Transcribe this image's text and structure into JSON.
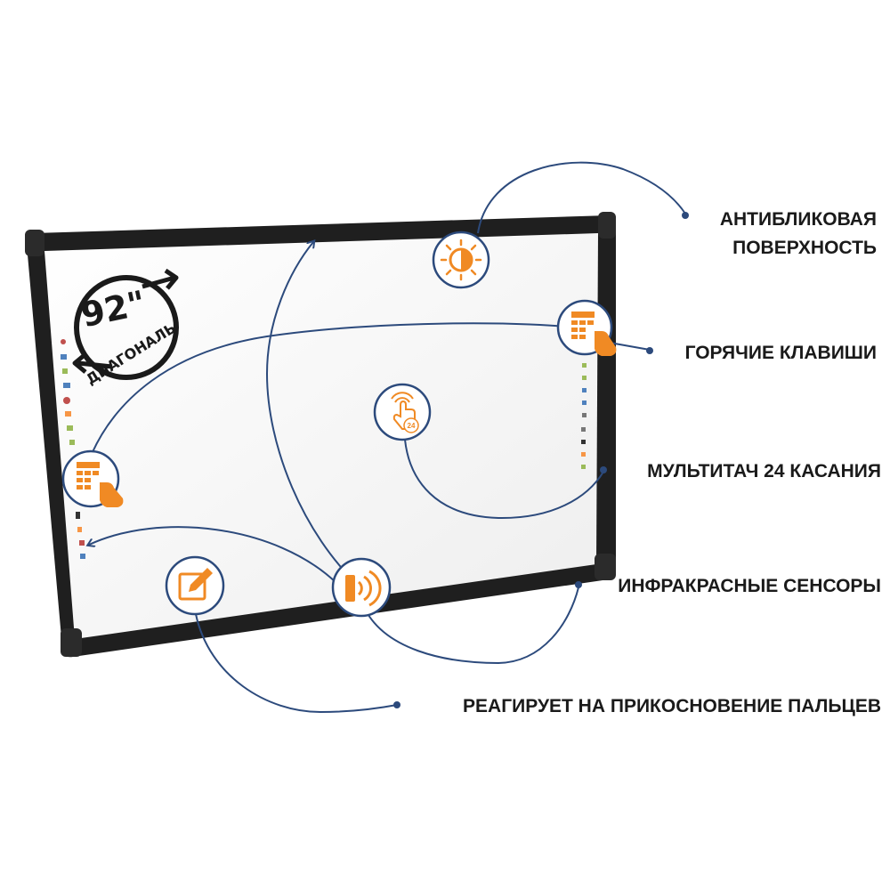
{
  "board": {
    "diagonal_value": "92\"",
    "diagonal_label": "ДИАГОНАЛЬ"
  },
  "icons": {
    "antiglare": "sun-icon",
    "hotkeys": "keypad-hand-icon",
    "multitouch": "touch-hand-icon",
    "multitouch_count": "24",
    "infrared": "infrared-sensor-icon",
    "finger_touch": "pen-edit-icon"
  },
  "features": {
    "antiglare_line1": "АНТИБЛИКОВАЯ",
    "antiglare_line2": "ПОВЕРХНОСТЬ",
    "hotkeys": "ГОРЯЧИЕ КЛАВИШИ",
    "multitouch": "МУЛЬТИТАЧ 24 КАСАНИЯ",
    "infrared": "ИНФРАКРАСНЫЕ СЕНСОРЫ",
    "finger_touch": "РЕАГИРУЕТ НА ПРИКОСНОВЕНИЕ ПАЛЬЦЕВ"
  },
  "colors": {
    "accent": "#f08a24",
    "line": "#2c4a7c",
    "frame": "#1f1f1f",
    "text": "#1a1a1a"
  }
}
